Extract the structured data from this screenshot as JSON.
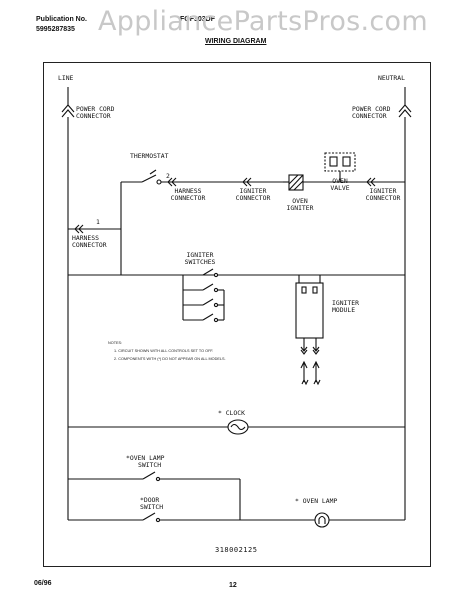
{
  "header": {
    "publication_label": "Publication No.",
    "publication_number": "5995287835",
    "model_code": "FGF303DF",
    "watermark": "AppliancePartsPros.com",
    "title": "WIRING DIAGRAM"
  },
  "diagram": {
    "line_label": "LINE",
    "neutral_label": "NEUTRAL",
    "power_cord_left": "POWER CORD\nCONNECTOR",
    "power_cord_right": "POWER CORD\nCONNECTOR",
    "thermostat": "THERMOSTAT",
    "terminal_1": "1",
    "terminal_2": "2",
    "harness_connector_top": "HARNESS\nCONNECTOR",
    "igniter_connector_left": "IGNITER\nCONNECTOR",
    "igniter_connector_right": "IGNITER\nCONNECTOR",
    "oven_igniter": "OVEN\nIGNITER",
    "oven_valve": "OVEN\nVALVE",
    "harness_connector_left": "HARNESS\nCONNECTOR",
    "igniter_switches": "IGNITER\nSWITCHES",
    "igniter_module": "IGNITER\nMODULE",
    "notes_title": "NOTES:",
    "note_1": "1. CIRCUIT SHOWN WITH ALL CONTROLS SET TO OFF.",
    "note_2": "2. COMPONENTS WITH (*) DO NOT APPEAR ON ALL MODELS.",
    "clock": "* CLOCK",
    "oven_lamp_switch": "*OVEN LAMP\nSWITCH",
    "door_switch": "*DOOR\nSWITCH",
    "oven_lamp": "* OVEN LAMP",
    "document_number": "318002125"
  },
  "footer": {
    "date": "06/96",
    "page": "12"
  }
}
